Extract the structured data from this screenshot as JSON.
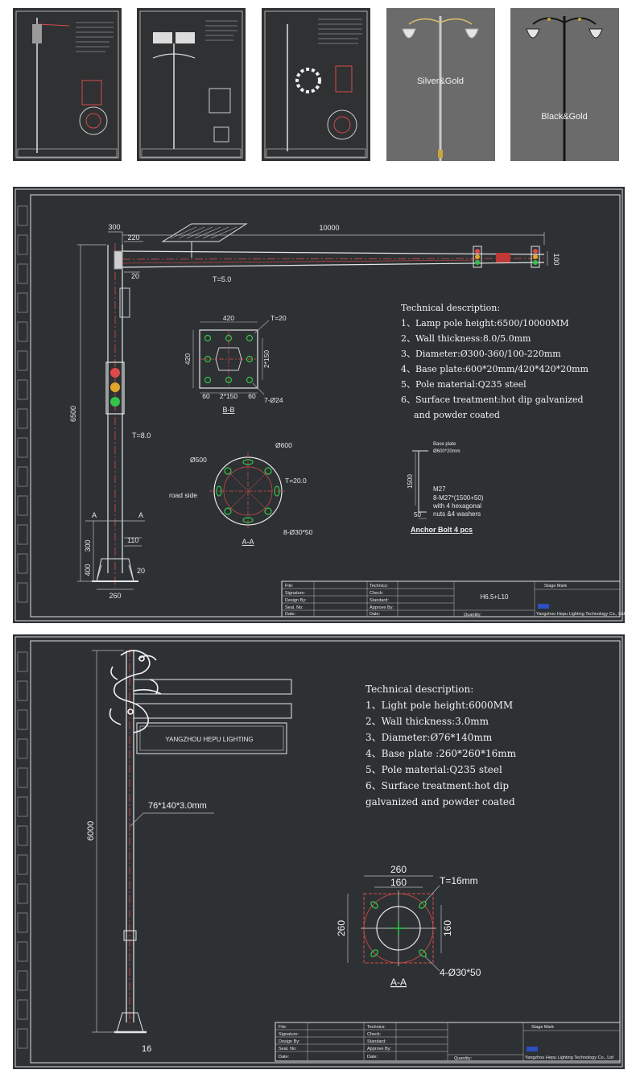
{
  "thumbnails": [
    {
      "kind": "drawing"
    },
    {
      "kind": "drawing"
    },
    {
      "kind": "drawing"
    },
    {
      "kind": "photo",
      "label": "Silver&Gold"
    },
    {
      "kind": "photo",
      "label": "Black&Gold"
    }
  ],
  "drawing1": {
    "dims": {
      "arm_length": "10000",
      "top_width": "300",
      "arm_offset": "220",
      "arm_gap": "20",
      "arm_thickness": "T=5.0",
      "arm_end": "100",
      "pole_height": "6500",
      "pole_thickness": "T=8.0",
      "base_section": "300",
      "base_gap": "110",
      "base_height": "400",
      "base_flange": "20",
      "base_width": "260",
      "bb_width": "420",
      "bb_height": "420",
      "bb_thickness": "T=20",
      "bb_spacing_v": "2*150",
      "bb_spacing_h": "2*150",
      "bb_edge_left": "60",
      "bb_edge_right": "60",
      "bb_holes": "7-Ø24",
      "aa_outer": "Ø600",
      "aa_inner": "Ø500",
      "aa_thickness": "T=20.0",
      "aa_holes": "8-Ø30*50",
      "section_a": "A",
      "anchor_height": "1500",
      "anchor_foot": "50"
    },
    "labels": {
      "section_bb": "B-B",
      "section_aa": "A-A",
      "road_side": "road side"
    },
    "tech": {
      "title": "Technical description:",
      "lines": [
        "1、Lamp pole height:6500/10000MM",
        "2、Wall thickness:8.0/5.0mm",
        "3、Diameter:Ø300-360/100-220mm",
        "4、Base plate:600*20mm/420*420*20mm",
        "5、Pole material:Q235 steel",
        "6、Surface treatment:hot dip galvanized",
        "and powder coated"
      ]
    },
    "anchor": {
      "plate_line1": "Base plate",
      "plate_line2": "Ø600*20mm",
      "bolt_size": "M27",
      "line1": "8-M27*(1500+50)",
      "line2": "with 4 hexagonal",
      "line3": "nuts &4 washers",
      "title": "Anchor Bolt 4 pcs"
    },
    "title_block": {
      "labels_left": [
        "File:",
        "Signature:",
        "Design By:",
        "Seal. No:",
        "Date:"
      ],
      "labels_mid": [
        "Technics:",
        "Check:",
        "Standard:",
        "Approve By:",
        "Date:"
      ],
      "model": "H6.5+L10",
      "stage": "Stage Mark",
      "quantity": "Quantity:",
      "company": "Yangzhou Hepu Lighting Technology Co., Ltd"
    }
  },
  "drawing2": {
    "dims": {
      "pole_height": "6000",
      "pole_spec": "76*140*3.0mm",
      "base_flange": "16",
      "plate_width": "260",
      "plate_inner": "160",
      "plate_height": "260",
      "plate_inner_v": "160",
      "plate_thickness": "T=16mm",
      "plate_holes": "4-Ø30*50"
    },
    "labels": {
      "sign": "YANGZHOU HEPU LIGHTING",
      "section_aa": "A-A"
    },
    "tech": {
      "title": "Technical description:",
      "lines": [
        "1、Light pole height:6000MM",
        "2、Wall thickness:3.0mm",
        "3、Diameter:Ø76*140mm",
        "4、Base plate :260*260*16mm",
        "5、Pole material:Q235 steel",
        "6、Surface treatment:hot dip",
        "galvanized and powder coated"
      ]
    },
    "title_block": {
      "labels_left": [
        "File:",
        "Signature:",
        "Design By:",
        "Seal. No:",
        "Date:"
      ],
      "labels_mid": [
        "Technics:",
        "Check:",
        "Standard:",
        "Approve By:",
        "Date:"
      ],
      "stage": "Stage Mark",
      "quantity": "Quantity:",
      "company": "Yangzhou Hepu Lighting Technology Co., Ltd"
    }
  }
}
